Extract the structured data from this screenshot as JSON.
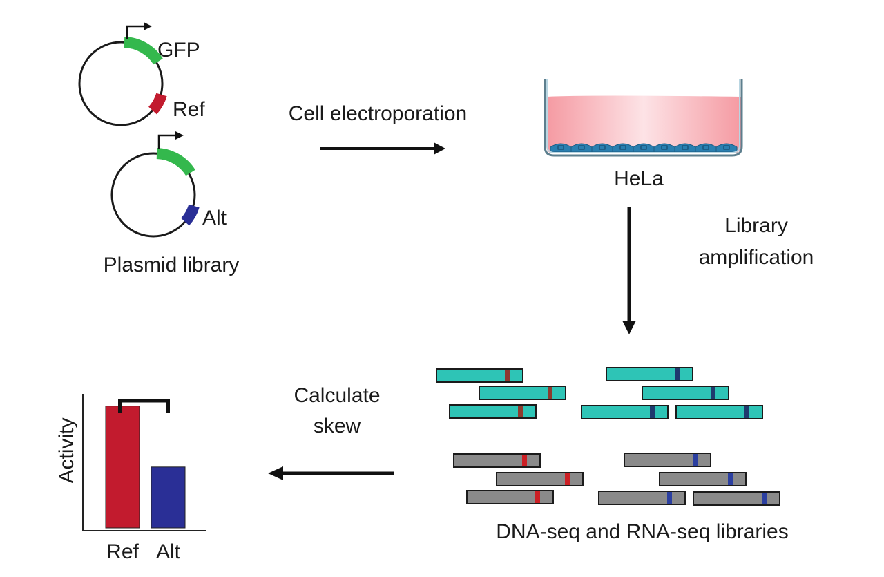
{
  "title": "Massively parallel reporter assay workflow",
  "colors": {
    "gfp": "#34b84d",
    "ref": "#c21b2e",
    "alt": "#2a2f96",
    "read_dna": "#2ec4b6",
    "read_rna": "#8a8a8a",
    "ref_mark_dna": "#8e3a2e",
    "alt_mark_dna": "#1f3a6e",
    "ref_mark_rna": "#cc1f24",
    "alt_mark_rna": "#2b3fa0",
    "media": "#f7a3aa",
    "cells": "#2a7fb0",
    "dish": "#8fb7c9"
  },
  "plasmids": {
    "top": {
      "gene_label": "GFP",
      "variant_label": "Ref"
    },
    "bottom": {
      "variant_label": "Alt"
    },
    "caption": "Plasmid library"
  },
  "steps": {
    "electroporation": "Cell electroporation",
    "cell_line": "HeLa",
    "amplification": [
      "Library",
      "amplification"
    ],
    "skew": [
      "Calculate",
      "skew"
    ],
    "libraries": "DNA-seq and RNA-seq libraries"
  },
  "reads": {
    "dna_ref_count": 3,
    "dna_alt_count": 4,
    "rna_ref_count": 3,
    "rna_alt_count": 4
  },
  "chart_data": {
    "type": "bar",
    "title": "",
    "xlabel": "",
    "ylabel": "Activity",
    "categories": [
      "Ref",
      "Alt"
    ],
    "values": [
      1.0,
      0.5
    ],
    "ylim": [
      0,
      1.1
    ],
    "colors": [
      "#c21b2e",
      "#2a2f96"
    ],
    "annotations": [
      "comparison bracket between Ref and Alt"
    ],
    "grid": false,
    "legend": "none"
  }
}
